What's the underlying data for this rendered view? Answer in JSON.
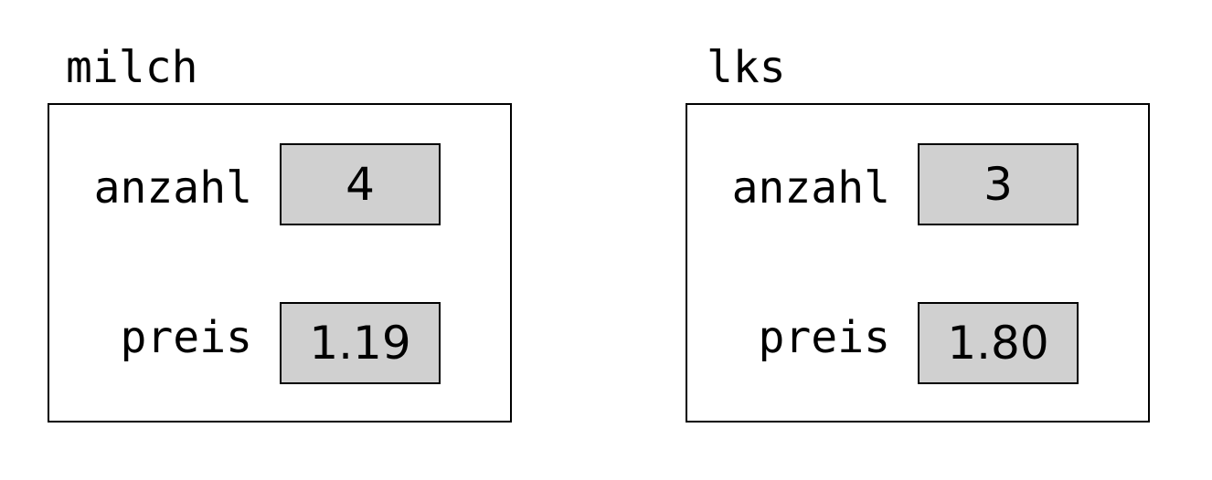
{
  "objects": [
    {
      "name": "milch",
      "fields": [
        {
          "label": "anzahl",
          "value": "4"
        },
        {
          "label": "preis",
          "value": "1.19"
        }
      ]
    },
    {
      "name": "lks",
      "fields": [
        {
          "label": "anzahl",
          "value": "3"
        },
        {
          "label": "preis",
          "value": "1.80"
        }
      ]
    }
  ],
  "colors": {
    "value_fill": "#d0d0d0",
    "border": "#000000"
  }
}
